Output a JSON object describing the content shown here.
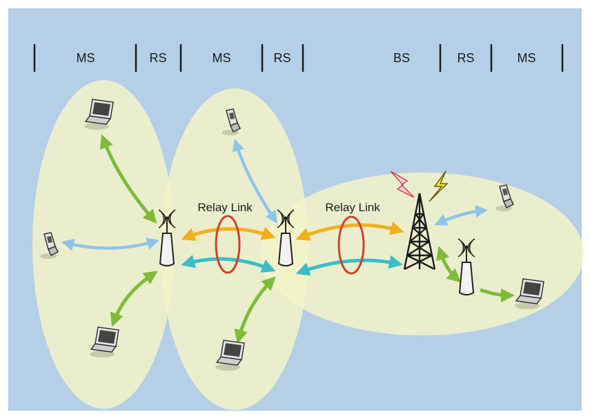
{
  "header": {
    "segments": [
      {
        "label": "MS"
      },
      {
        "label": "RS"
      },
      {
        "label": "MS"
      },
      {
        "label": "RS"
      },
      {
        "label": "BS"
      },
      {
        "label": "RS"
      },
      {
        "label": "MS"
      }
    ]
  },
  "links": {
    "relay_link_1": "Relay Link",
    "relay_link_2": "Relay Link"
  },
  "colors": {
    "background": "#b5cfe6",
    "cell": "#f5f3c8",
    "arrow_green": "#7dbb3a",
    "arrow_blue": "#8ec4ea",
    "arrow_orange": "#f2b01e",
    "arrow_teal": "#3bbdc4",
    "relay_ring": "#d0402a",
    "tower": "#1a1a1a"
  },
  "icons": [
    "laptop-icon",
    "mobile-phone-icon",
    "relay-station-icon",
    "base-station-tower-icon",
    "lightning-icon"
  ]
}
